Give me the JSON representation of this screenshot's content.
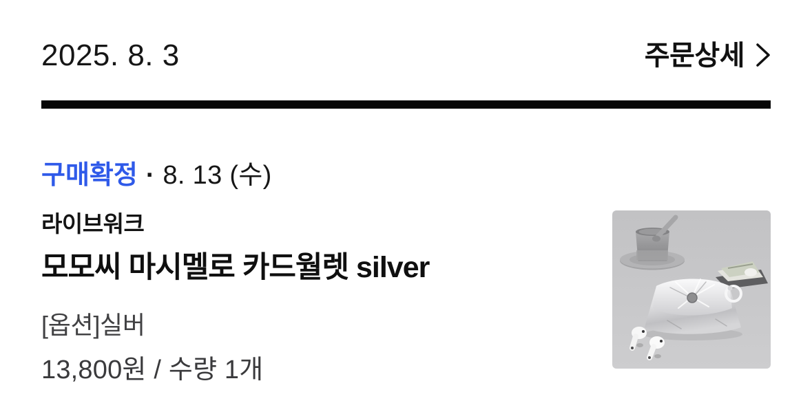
{
  "header": {
    "order_date": "2025. 8. 3",
    "detail_link_label": "주문상세"
  },
  "icons": {
    "detail_chevron": "chevron-right"
  },
  "order": {
    "status": "구매확정",
    "separator": "·",
    "status_date": "8. 13 (수)",
    "brand": "라이브워크",
    "product_name": "모모씨 마시멜로 카드월렛 silver",
    "option": "[옵션]실버",
    "price_qty": "13,800원 / 수량 1개"
  },
  "colors": {
    "status_accent": "#2F5AE9",
    "divider": "#070707",
    "primary_text": "#111111",
    "secondary_text": "#3c3c3e",
    "thumb_bg_top": "#c2c2c4",
    "thumb_bg_bottom": "#cdcdcf"
  }
}
